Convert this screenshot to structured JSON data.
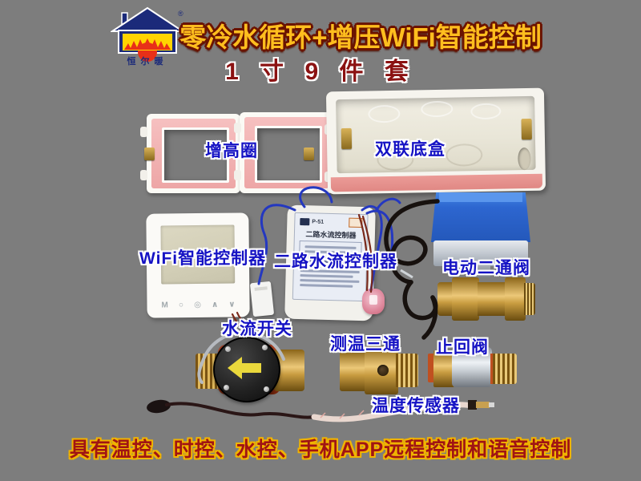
{
  "brand": {
    "logo_text": "恒尔暖",
    "registered_mark": "®"
  },
  "header": {
    "title": "零冷水循环+增压WiFi智能控制",
    "subtitle": "1 寸 9 件 套"
  },
  "products": [
    {
      "label": "增高圈"
    },
    {
      "label": "双联底盒"
    },
    {
      "label": "WiFi智能控制器"
    },
    {
      "label": "二路水流控制器"
    },
    {
      "label": "电动二通阀"
    },
    {
      "label": "水流开关"
    },
    {
      "label": "测温三通"
    },
    {
      "label": "止回阀"
    },
    {
      "label": "温度传感器"
    }
  ],
  "devices": {
    "flow_controller": {
      "model": "P-51",
      "title": "二路水流控制器"
    },
    "thermostat": {
      "buttons": [
        "M",
        "○",
        "◎",
        "∧",
        "∨"
      ]
    }
  },
  "footer": {
    "text": "具有温控、时控、水控、手机APP远程控制和语音控制"
  },
  "colors": {
    "background": "#7d7d7d",
    "title_fill": "#ffbe1e",
    "title_outline": "#6a1300",
    "subtitle_fill": "#8b1212",
    "label_fill": "#1512c4",
    "label_outline": "#ffffff",
    "footer_fill": "#a01414",
    "footer_outline": "#f0b400",
    "ring_pink": "#f2b2b2",
    "box_white": "#f5f3ec",
    "valve_blue": "#2d66d0",
    "brass": "#d2a850",
    "copper_red": "#b04a28",
    "wire_blue": "#2438c0"
  }
}
